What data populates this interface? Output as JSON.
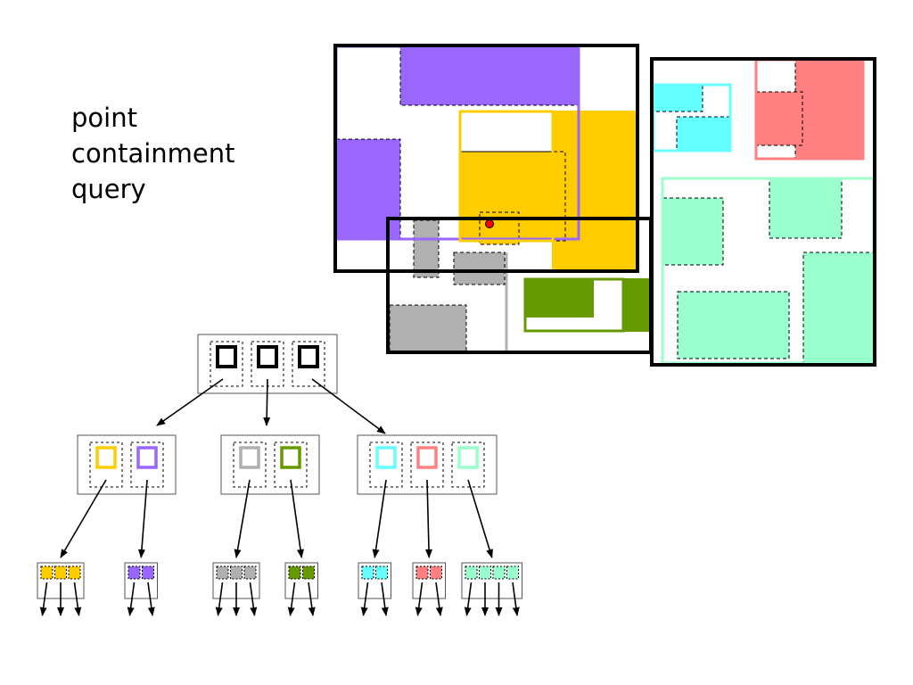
{
  "title_lines": [
    "point",
    "containment",
    "query"
  ],
  "colors": {
    "black": "#000000",
    "purple": "#9966ff",
    "yellow": "#ffcc00",
    "gray": "#b0b0b0",
    "green": "#669900",
    "cyan": "#66ffff",
    "salmon": "#ff8080",
    "mint": "#99ffcc",
    "query_point": "#ff0000"
  },
  "tree": {
    "root": {
      "entries": [
        "black",
        "black",
        "black"
      ]
    },
    "level1": [
      {
        "entries": [
          "yellow",
          "purple"
        ]
      },
      {
        "entries": [
          "gray",
          "green"
        ]
      },
      {
        "entries": [
          "cyan",
          "salmon",
          "mint"
        ]
      }
    ],
    "leaves": [
      {
        "color": "yellow",
        "count": 3
      },
      {
        "color": "purple",
        "count": 2
      },
      {
        "color": "gray",
        "count": 3
      },
      {
        "color": "green",
        "count": 2
      },
      {
        "color": "cyan",
        "count": 2
      },
      {
        "color": "salmon",
        "count": 2
      },
      {
        "color": "mint",
        "count": 4
      }
    ]
  }
}
